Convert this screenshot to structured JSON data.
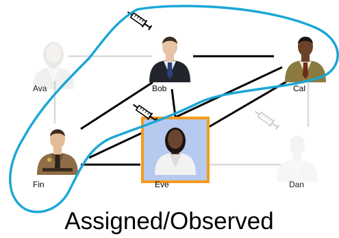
{
  "caption": "Assigned/Observed",
  "colors": {
    "hull": "#1aa7d6",
    "edge_solid": "#000000",
    "edge_faded": "#d9d9d9",
    "highlight_box": "#f59a1c",
    "highlight_fill": "#b6c9ef"
  },
  "nodes": [
    {
      "id": "ava",
      "label": "Ava",
      "outfit": "woman",
      "faded": true,
      "syringe": false
    },
    {
      "id": "bob",
      "label": "Bob",
      "outfit": "dark-suit",
      "faded": false,
      "syringe": true
    },
    {
      "id": "cal",
      "label": "Cal",
      "outfit": "olive-suit",
      "faded": false,
      "syringe": false
    },
    {
      "id": "fin",
      "label": "Fin",
      "outfit": "officer",
      "faded": false,
      "syringe": false
    },
    {
      "id": "eve",
      "label": "Eve",
      "outfit": "woman-highlighted",
      "faded": false,
      "syringe": true
    },
    {
      "id": "dan",
      "label": "Dan",
      "outfit": "unknown",
      "faded": true,
      "syringe": true
    }
  ],
  "edges": [
    {
      "from": "ava",
      "to": "bob",
      "faded": true
    },
    {
      "from": "ava",
      "to": "fin",
      "faded": true
    },
    {
      "from": "bob",
      "to": "cal",
      "faded": false
    },
    {
      "from": "bob",
      "to": "fin",
      "faded": false
    },
    {
      "from": "bob",
      "to": "eve",
      "faded": false
    },
    {
      "from": "cal",
      "to": "fin",
      "faded": false
    },
    {
      "from": "cal",
      "to": "eve",
      "faded": false
    },
    {
      "from": "cal",
      "to": "dan",
      "faded": true
    },
    {
      "from": "fin",
      "to": "eve",
      "faded": false
    },
    {
      "from": "eve",
      "to": "dan",
      "faded": true
    }
  ]
}
